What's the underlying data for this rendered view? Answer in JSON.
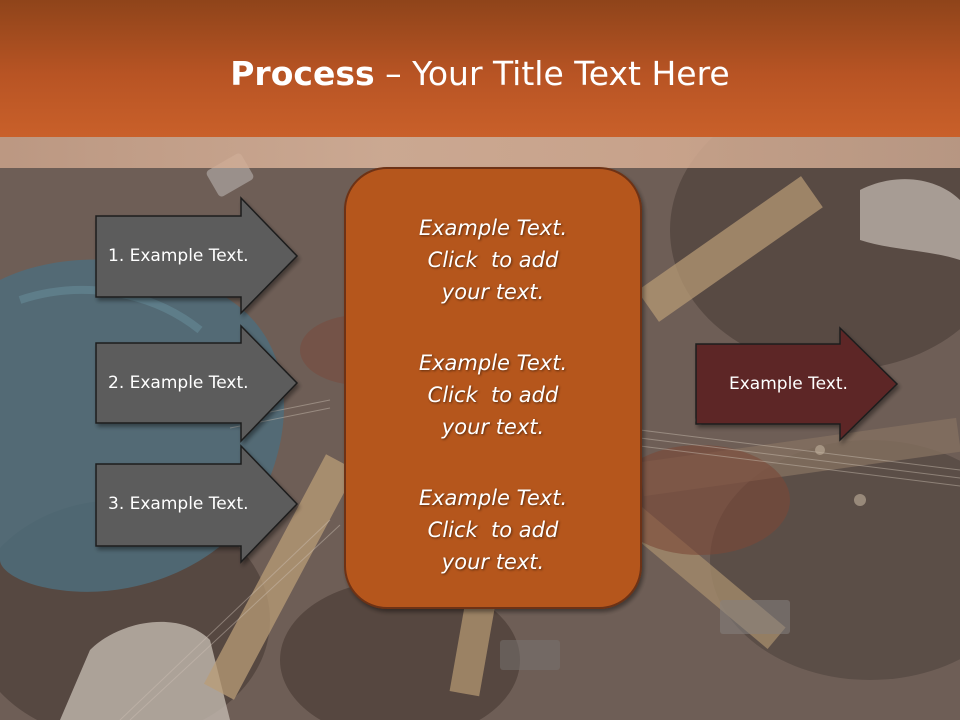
{
  "title": {
    "bold": "Process",
    "rest": " – Your Title Text Here"
  },
  "left_arrows": [
    {
      "label": "1. Example Text."
    },
    {
      "label": "2. Example Text."
    },
    {
      "label": "3. Example Text."
    }
  ],
  "center_box": {
    "blocks": [
      [
        "Example Text.",
        "Click  to add",
        "your text."
      ],
      [
        "Example Text.",
        "Click  to add",
        "your text."
      ],
      [
        "Example Text.",
        "Click  to add",
        "your text."
      ]
    ]
  },
  "right_arrow": {
    "label": "Example Text."
  },
  "colors": {
    "title_bar": "#b85424",
    "center_box_fill": "#b5561f",
    "center_box_border": "#6d3112",
    "left_arrow_fill": "#5c5c5c",
    "right_arrow_fill": "#5d2827"
  }
}
